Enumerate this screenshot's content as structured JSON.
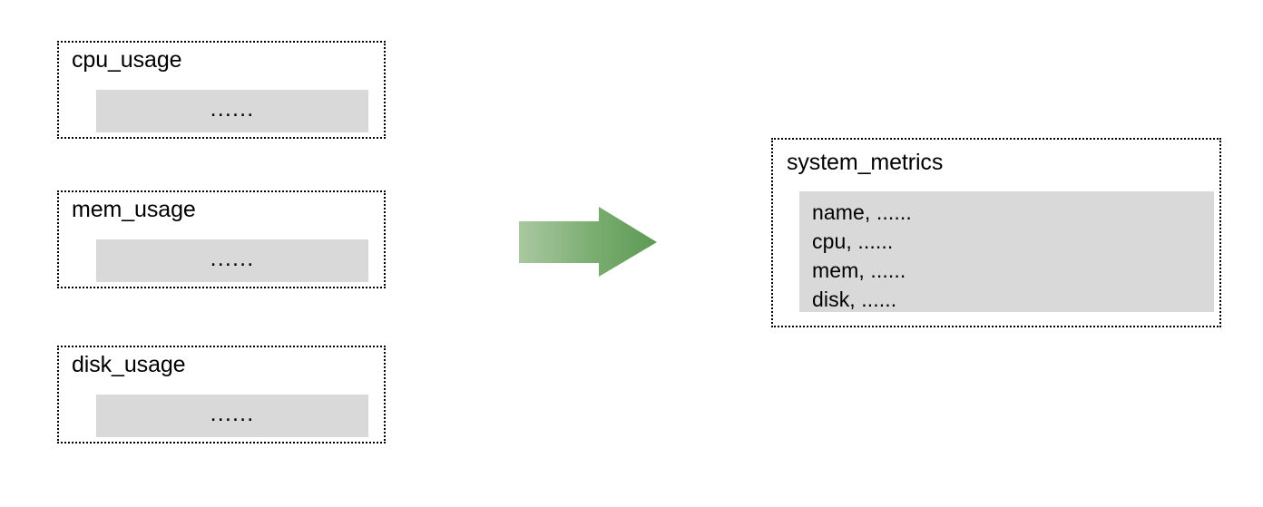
{
  "diagram": {
    "type": "data-flow-merge",
    "sources": [
      {
        "title": "cpu_usage",
        "body": "......"
      },
      {
        "title": "mem_usage",
        "body": "......"
      },
      {
        "title": "disk_usage",
        "body": "......"
      }
    ],
    "connector": {
      "kind": "block-arrow",
      "direction": "right",
      "gradient_from": "#a9c8a1",
      "gradient_to": "#5d9a55"
    },
    "target": {
      "title": "system_metrics",
      "rows": [
        "name, ......",
        "cpu, ......",
        "mem, ......",
        "disk, ......"
      ]
    },
    "colors": {
      "background": "#ffffff",
      "panel_fill": "#d9d9d9",
      "border": "#000000",
      "text": "#000000"
    }
  }
}
